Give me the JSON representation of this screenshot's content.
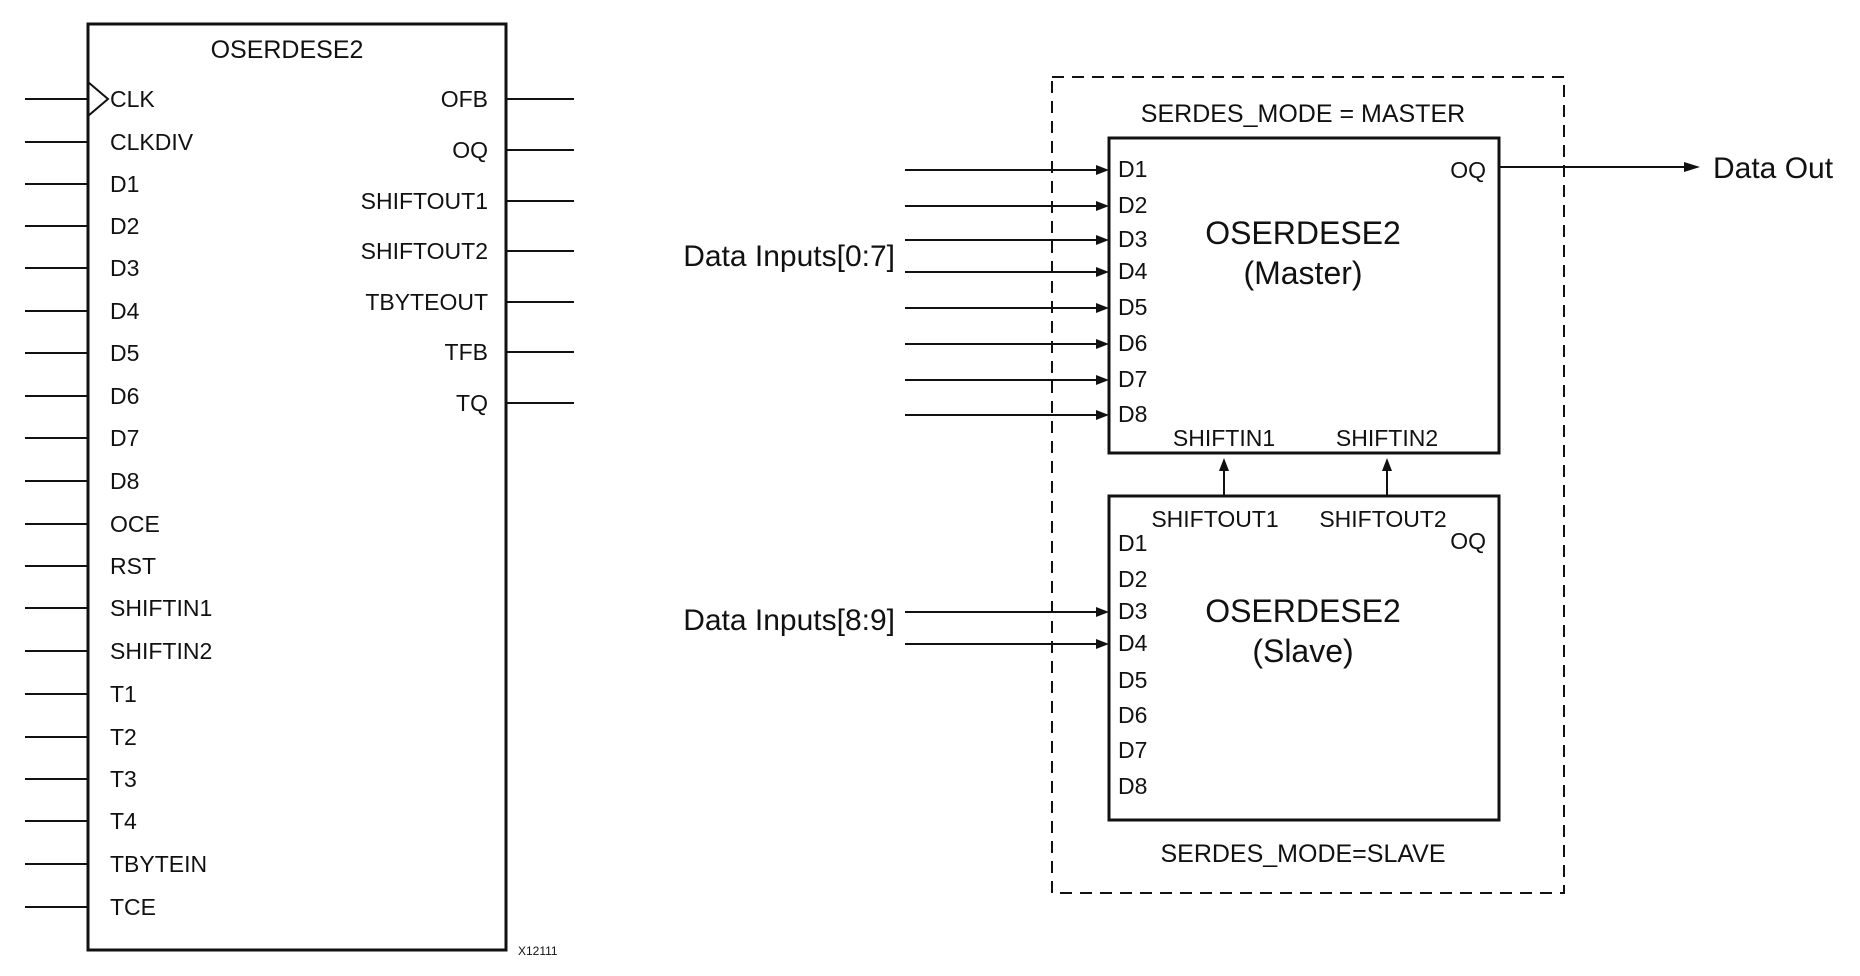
{
  "left_block": {
    "title": "OSERDESE2",
    "inputs": [
      "CLK",
      "CLKDIV",
      "D1",
      "D2",
      "D3",
      "D4",
      "D5",
      "D6",
      "D7",
      "D8",
      "OCE",
      "RST",
      "SHIFTIN1",
      "SHIFTIN2",
      "T1",
      "T2",
      "T3",
      "T4",
      "TBYTEIN",
      "TCE"
    ],
    "outputs": [
      "OFB",
      "OQ",
      "SHIFTOUT1",
      "SHIFTOUT2",
      "TBYTEOUT",
      "TFB",
      "TQ"
    ],
    "figure_id": "X12111"
  },
  "right_diagram": {
    "master_mode_label": "SERDES_MODE = MASTER",
    "slave_mode_label": "SERDES_MODE=SLAVE",
    "master": {
      "name": "OSERDESE2",
      "role": "(Master)",
      "inputs": [
        "D1",
        "D2",
        "D3",
        "D4",
        "D5",
        "D6",
        "D7",
        "D8"
      ],
      "output": "OQ",
      "shiftin1": "SHIFTIN1",
      "shiftin2": "SHIFTIN2"
    },
    "slave": {
      "name": "OSERDESE2",
      "role": "(Slave)",
      "inputs": [
        "D1",
        "D2",
        "D3",
        "D4",
        "D5",
        "D6",
        "D7",
        "D8"
      ],
      "output": "OQ",
      "shiftout1": "SHIFTOUT1",
      "shiftout2": "SHIFTOUT2"
    },
    "data_inputs_master": "Data Inputs[0:7]",
    "data_inputs_slave": "Data Inputs[8:9]",
    "data_out": "Data Out"
  }
}
